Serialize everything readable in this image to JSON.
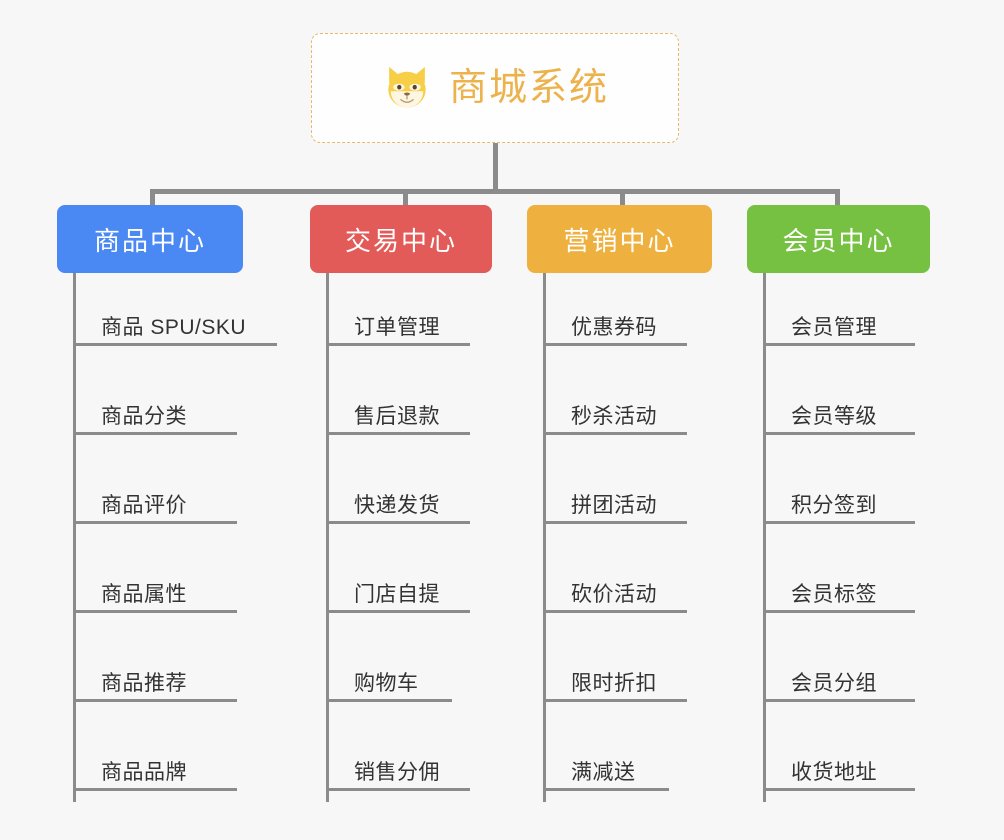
{
  "diagram": {
    "type": "mindmap",
    "background_color": "#f7f7f7",
    "root": {
      "title": "商城系统",
      "icon": "shiba-dog-face-icon",
      "text_color": "#ecb24b",
      "border_color": "#e8b96a",
      "background_color": "#fefefe"
    },
    "connector_color": "#8b8b8b",
    "columns": [
      {
        "label": "商品中心",
        "color": "#4a89f3",
        "items": [
          "商品 SPU/SKU",
          "商品分类",
          "商品评价",
          "商品属性",
          "商品推荐",
          "商品品牌"
        ]
      },
      {
        "label": "交易中心",
        "color": "#e25b58",
        "items": [
          "订单管理",
          "售后退款",
          "快递发货",
          "门店自提",
          "购物车",
          "销售分佣"
        ]
      },
      {
        "label": "营销中心",
        "color": "#eeb13f",
        "items": [
          "优惠券码",
          "秒杀活动",
          "拼团活动",
          "砍价活动",
          "限时折扣",
          "满减送"
        ]
      },
      {
        "label": "会员中心",
        "color": "#76c042",
        "items": [
          "会员管理",
          "会员等级",
          "积分签到",
          "会员标签",
          "会员分组",
          "收货地址"
        ]
      }
    ]
  }
}
